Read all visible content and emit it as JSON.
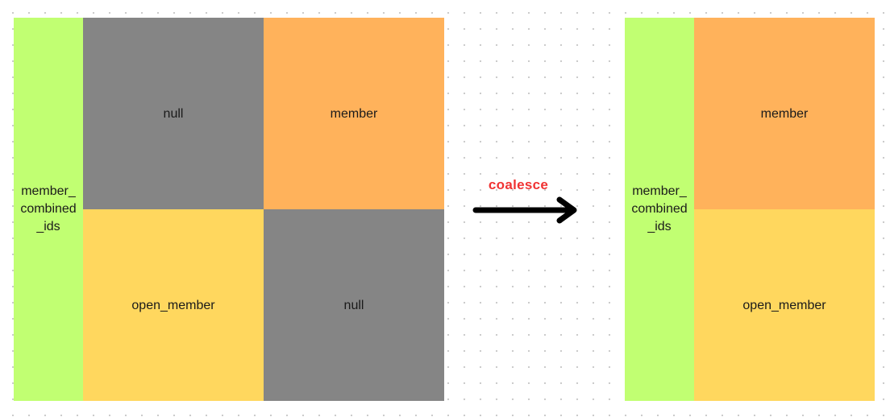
{
  "left_table": {
    "id_column": [
      "member_",
      "combined",
      "_ids"
    ],
    "cells": {
      "top_left": "null",
      "top_right": "member",
      "bottom_left": "open_member",
      "bottom_right": "null"
    }
  },
  "operation": {
    "label": "coalesce",
    "color": "#f03333"
  },
  "right_table": {
    "id_column": [
      "member_",
      "combined",
      "_ids"
    ],
    "cells": {
      "top": "member",
      "bottom": "open_member"
    }
  },
  "colors": {
    "id_column": "#c1ff72",
    "null": "#858585",
    "member": "#ffb25b",
    "open_member": "#ffd75e"
  }
}
